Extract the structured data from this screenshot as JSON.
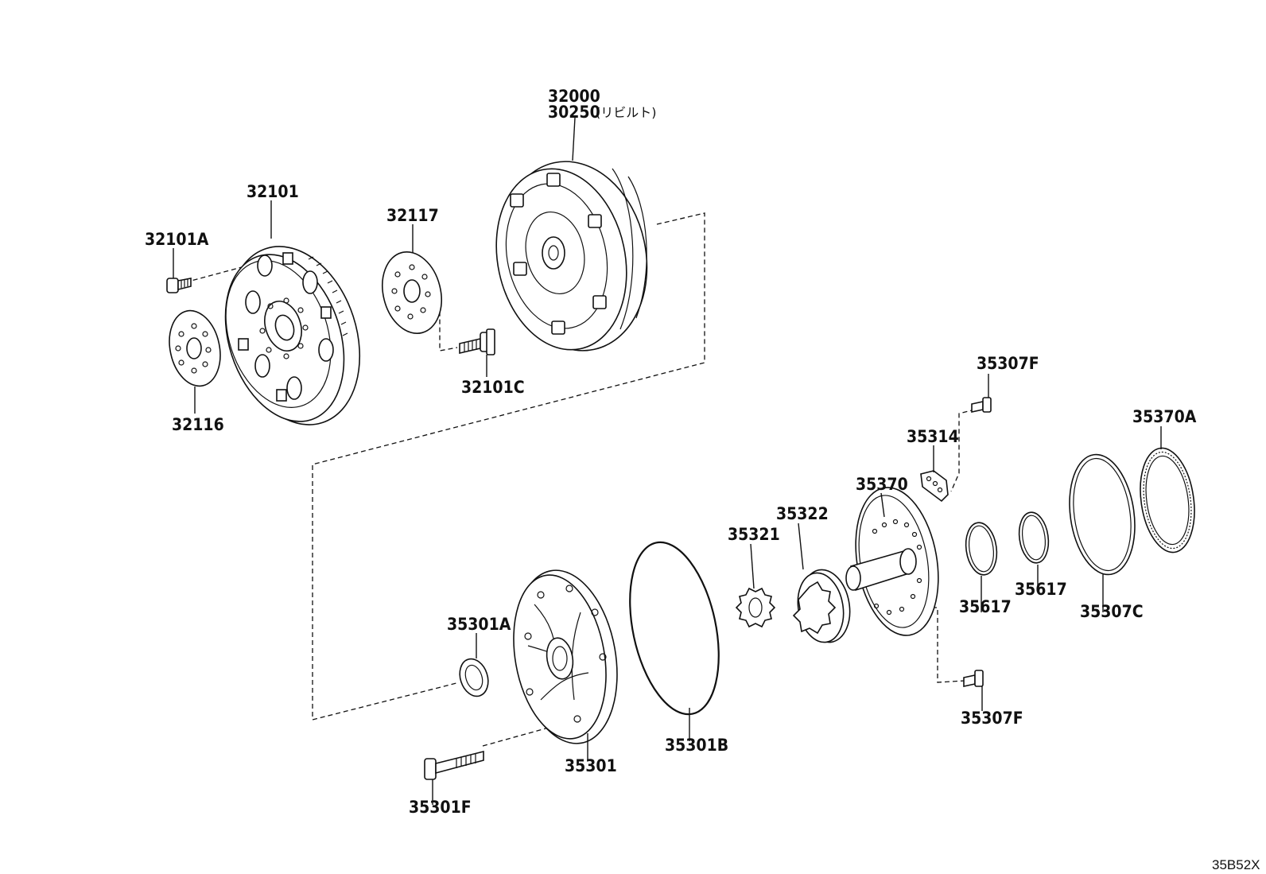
{
  "labels": {
    "p32000": "32000",
    "p30250": "30250",
    "p30250_note": "(リビルト)",
    "p32101": "32101",
    "p32101A": "32101A",
    "p32117": "32117",
    "p32116": "32116",
    "p32101C": "32101C",
    "p35307F_top": "35307F",
    "p35314": "35314",
    "p35370A": "35370A",
    "p35370": "35370",
    "p35322": "35322",
    "p35321": "35321",
    "p35617_a": "35617",
    "p35617_b": "35617",
    "p35307C": "35307C",
    "p35301A": "35301A",
    "p35301B": "35301B",
    "p35301": "35301",
    "p35301F": "35301F",
    "p35307F_bottom": "35307F"
  },
  "diagram_code": "35B52X"
}
